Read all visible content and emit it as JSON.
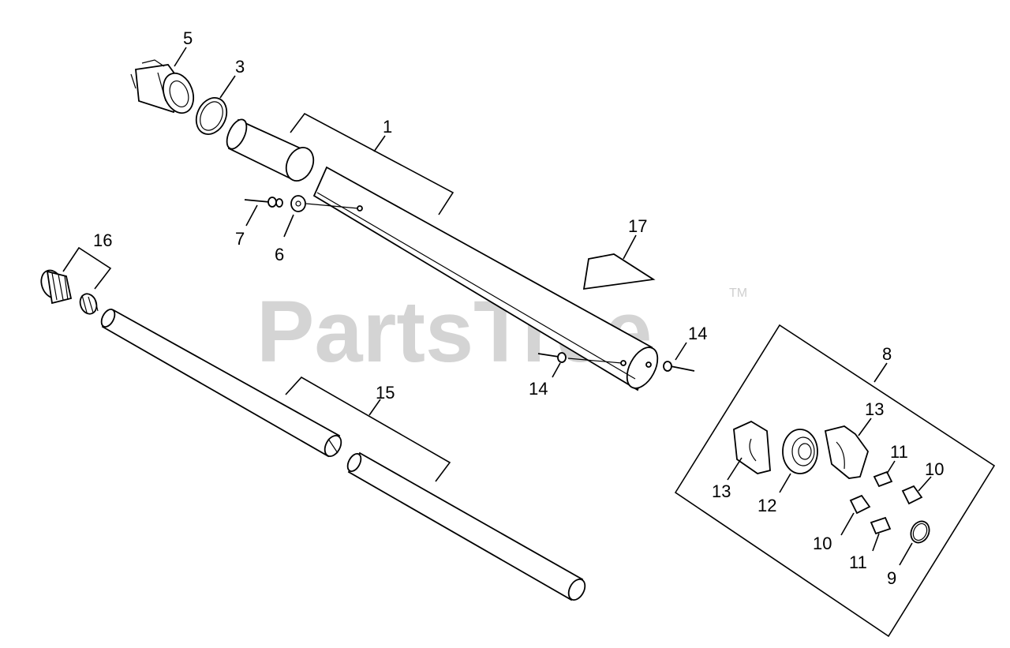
{
  "watermark": {
    "text": "PartsTree",
    "tm": "TM"
  },
  "callouts": {
    "c1": "1",
    "c3": "3",
    "c5": "5",
    "c6": "6",
    "c7": "7",
    "c8": "8",
    "c9": "9",
    "c10a": "10",
    "c10b": "10",
    "c11a": "11",
    "c11b": "11",
    "c12": "12",
    "c13a": "13",
    "c13b": "13",
    "c14a": "14",
    "c14b": "14",
    "c15": "15",
    "c16": "16",
    "c17": "17"
  }
}
